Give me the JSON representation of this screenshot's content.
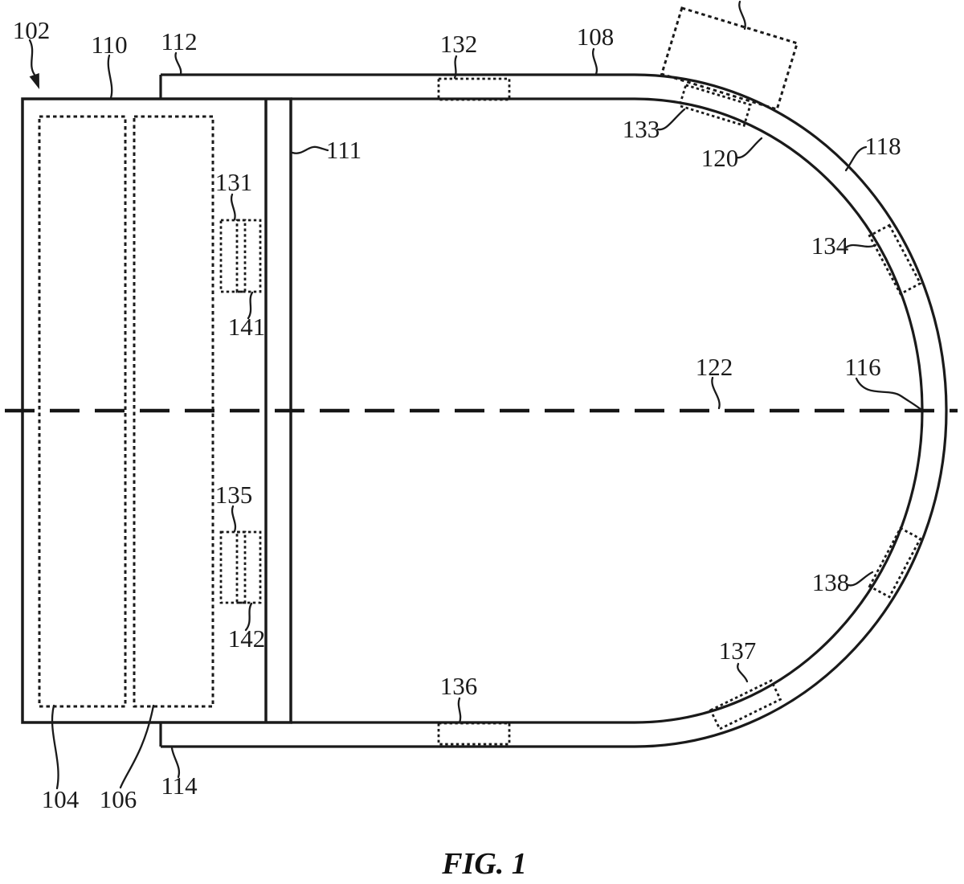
{
  "meta": {
    "background_color": "#ffffff",
    "line_color": "#1a1a1a",
    "drawing_style": "patent-line-drawing"
  },
  "figure": {
    "caption": "FIG. 1",
    "labels": {
      "n102": "102",
      "n104": "104",
      "n106": "106",
      "n108": "108",
      "n110": "110",
      "n111": "111",
      "n112": "112",
      "n114": "114",
      "n116": "116",
      "n118": "118",
      "n120": "120",
      "n122": "122",
      "n131": "131",
      "n132": "132",
      "n133": "133",
      "n134": "134",
      "n135": "135",
      "n136": "136",
      "n137": "137",
      "n138": "138",
      "n141": "141",
      "n142": "142"
    }
  }
}
